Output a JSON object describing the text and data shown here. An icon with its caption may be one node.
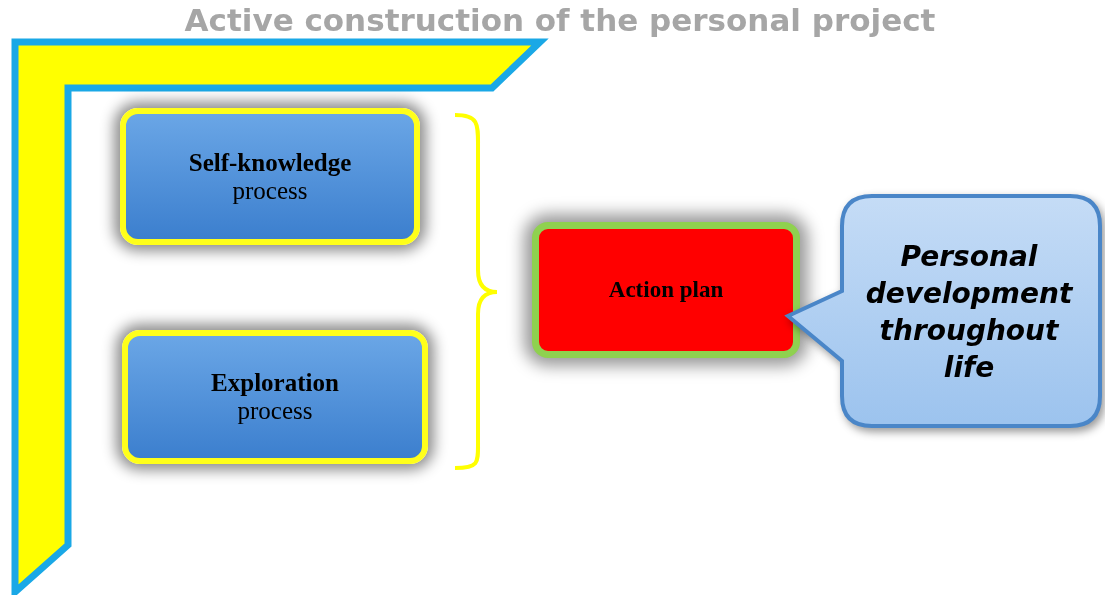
{
  "diagram": {
    "title": "Active construction of the personal project",
    "nodes": [
      {
        "text": [
          "Self-knowledge",
          "process"
        ]
      },
      {
        "text": [
          "Exploration",
          "process"
        ]
      },
      {
        "text": [
          "Action plan"
        ]
      },
      {
        "text": [
          "Personal development throughout life"
        ]
      }
    ]
  }
}
